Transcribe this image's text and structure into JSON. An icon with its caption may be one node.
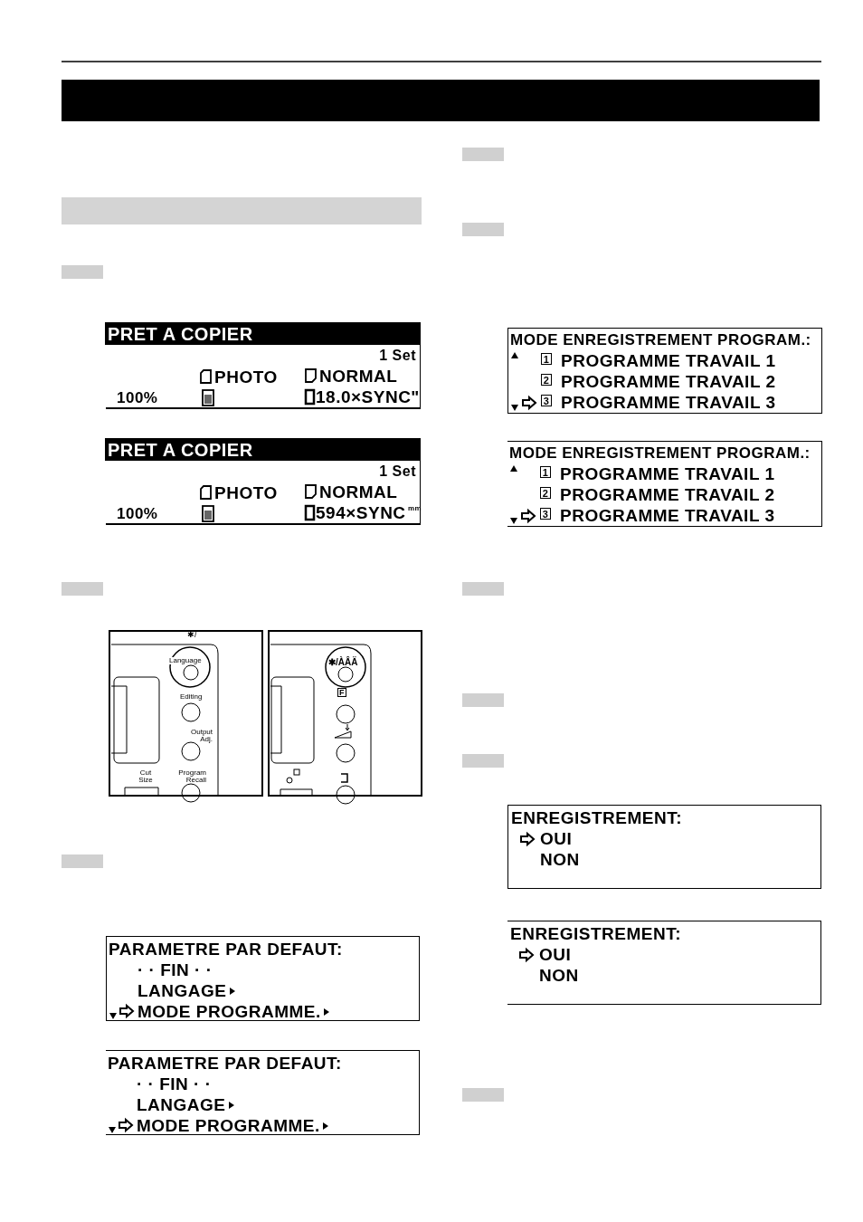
{
  "diagram": {
    "nodes": [
      {
        "text": [
          "PRET A COPIER",
          "1 Set",
          "PHOTO",
          "NORMAL",
          "100%",
          "18.0×SYNC\""
        ]
      },
      {
        "text": [
          "PRET A COPIER",
          "1 Set",
          "PHOTO",
          "NORMAL",
          "100%",
          "594×SYNC",
          "mm"
        ]
      },
      {
        "text": [
          "PARAMETRE PAR DEFAUT:",
          "· · FIN · ·",
          "LANGAGE",
          "MODE PROGRAMME."
        ]
      },
      {
        "text": [
          "PARAMETRE PAR DEFAUT:",
          "· · FIN · ·",
          "LANGAGE",
          "MODE PROGRAMME."
        ]
      },
      {
        "text": [
          "MODE ENREGISTREMENT PROGRAM.:",
          "1",
          "PROGRAMME TRAVAIL 1",
          "2",
          "PROGRAMME TRAVAIL 2",
          "3",
          "PROGRAMME TRAVAIL 3"
        ]
      },
      {
        "text": [
          "MODE ENREGISTREMENT PROGRAM.:",
          "1",
          "PROGRAMME TRAVAIL 1",
          "2",
          "PROGRAMME TRAVAIL 2",
          "3",
          "PROGRAMME TRAVAIL 3"
        ]
      },
      {
        "text": [
          "ENREGISTREMENT:",
          "OUI",
          "NON"
        ]
      },
      {
        "text": [
          "ENREGISTREMENT:",
          "OUI",
          "NON"
        ]
      },
      {
        "text": [],
        "shape": "bar"
      },
      {
        "text": [],
        "shape": "bar"
      },
      {
        "text": [],
        "shape": "bar"
      },
      {
        "text": [],
        "shape": "bar"
      },
      {
        "text": [],
        "shape": "bar"
      },
      {
        "text": [],
        "shape": "bar"
      },
      {
        "text": [],
        "shape": "bar"
      },
      {
        "text": [],
        "shape": "bar"
      },
      {
        "text": [],
        "shape": "bar"
      },
      {
        "text": [],
        "shape": "bar"
      },
      {
        "text": [],
        "shape": "bar"
      }
    ],
    "labels": [
      "✱/",
      "Language",
      "Editing",
      "Output Adj.",
      "Cut Size",
      "Program Recall",
      "✱/ÀÂÄ",
      "F"
    ]
  }
}
